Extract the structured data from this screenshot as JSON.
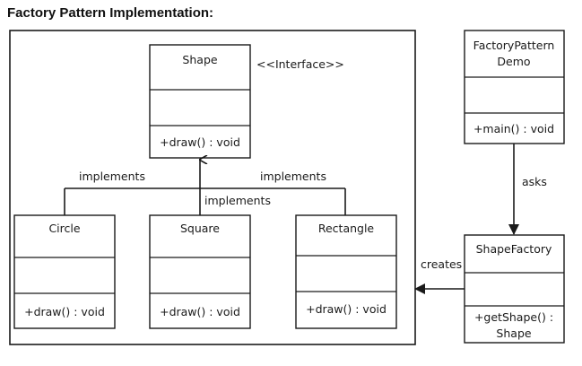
{
  "title": "Factory Pattern Implementation:",
  "colors": {
    "stroke": "#1a1a1a",
    "background": "#ffffff"
  },
  "classes": {
    "shape": {
      "name": "Shape",
      "stereotype": "<<Interface>>",
      "method": "+draw() : void"
    },
    "circle": {
      "name": "Circle",
      "method": "+draw() : void"
    },
    "square": {
      "name": "Square",
      "method": "+draw() : void"
    },
    "rectangle": {
      "name": "Rectangle",
      "method": "+draw() : void"
    },
    "demo": {
      "name_line1": "FactoryPattern",
      "name_line2": "Demo",
      "method": "+main() : void"
    },
    "factory": {
      "name": "ShapeFactory",
      "method_line1": "+getShape() :",
      "method_line2": "Shape"
    }
  },
  "relations": {
    "implements_left": "implements",
    "implements_center": "implements",
    "implements_right": "implements",
    "asks": "asks",
    "creates": "creates"
  }
}
